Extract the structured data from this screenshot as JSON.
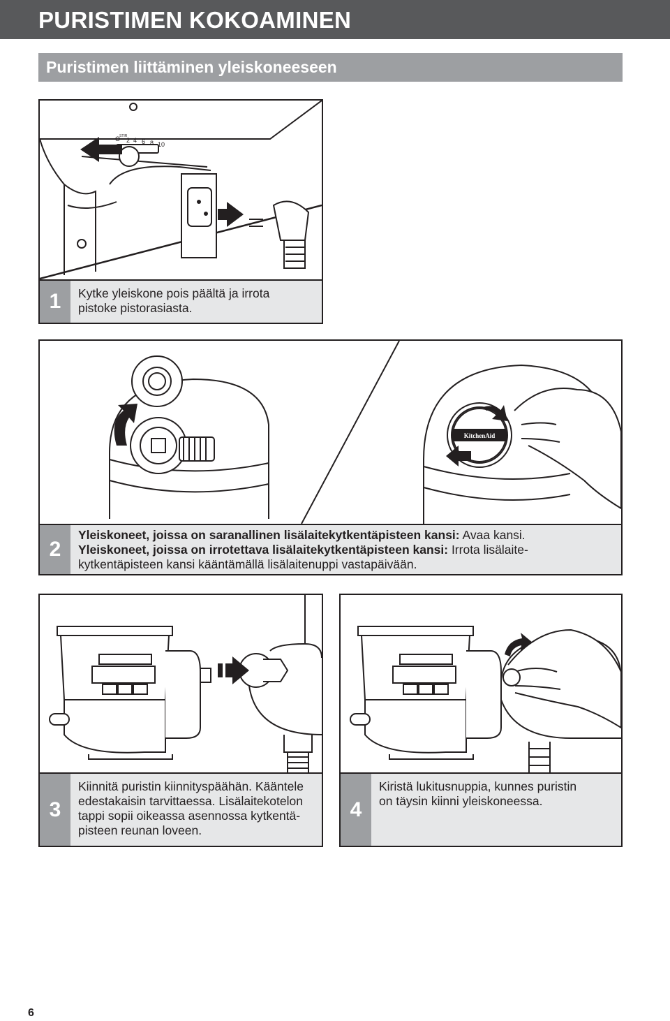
{
  "header": {
    "title": "PURISTIMEN KOKOAMINEN",
    "subtitle": "Puristimen liittäminen yleiskoneeseen"
  },
  "speed_dial": {
    "labels": [
      "O",
      "STIR",
      "2",
      "4",
      "6",
      "8",
      "10"
    ]
  },
  "brand_plate": "KitchenAid",
  "steps": [
    {
      "number": "1",
      "text_line1": "Kytke yleiskone pois päältä ja irrota",
      "text_line2": "pistoke pistorasiasta."
    },
    {
      "number": "2",
      "bold1": "Yleiskoneet, joissa on saranallinen lisälaitekytkentäpisteen kansi:",
      "rest1": " Avaa kansi.",
      "bold2": "Yleiskoneet, joissa on irrotettava lisälaitekytkentäpisteen kansi:",
      "rest2": " Irrota lisälaite-",
      "line3": "kytkentäpisteen kansi kääntämällä lisälaitenuppi vastapäivään."
    },
    {
      "number": "3",
      "line1": "Kiinnitä puristin kiinnityspäähän. Kääntele",
      "line2": "edestakaisin tarvittaessa. Lisälaitekotelon",
      "line3": "tappi sopii oikeassa asennossa kytkentä-",
      "line4": "pisteen reunan loveen."
    },
    {
      "number": "4",
      "line1": "Kiristä lukitusnuppia, kunnes puristin",
      "line2": "on täysin kiinni yleiskoneessa."
    }
  ],
  "page_number": "6"
}
